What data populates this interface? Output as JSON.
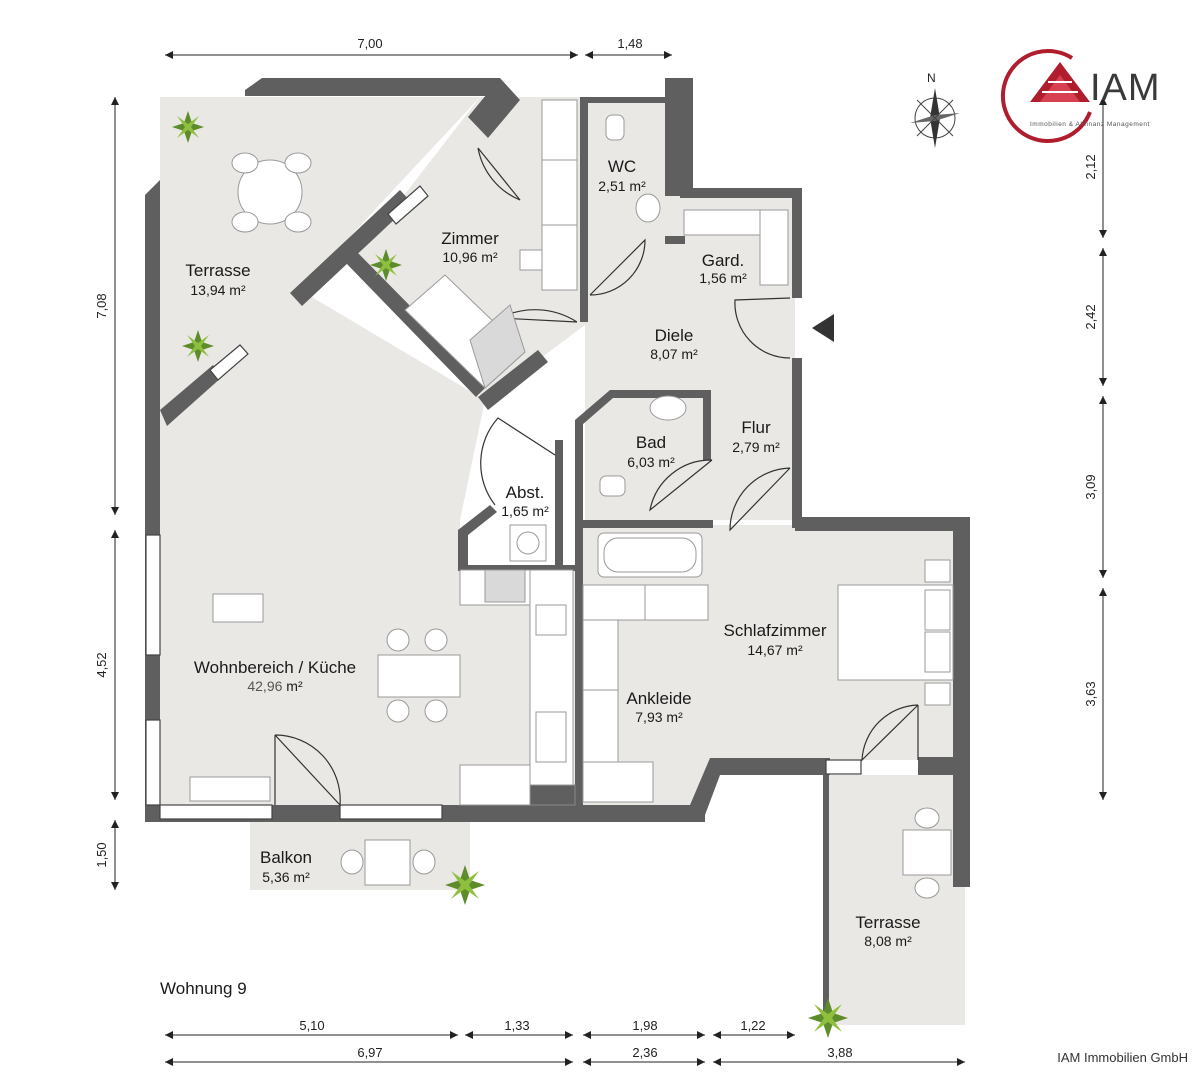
{
  "apartment_label": "Wohnung 9",
  "footer": "IAM Immobilien GmbH",
  "logo": {
    "text": "IAM",
    "subtitle": "Immobilien & Allfinanz Management",
    "accent_color": "#b01e2e"
  },
  "compass": {
    "north_label": "N"
  },
  "rooms": {
    "terrace_nw": {
      "name": "Terrasse",
      "area": "13,94 m²"
    },
    "zimmer": {
      "name": "Zimmer",
      "area": "10,96 m²"
    },
    "wc": {
      "name": "WC",
      "area": "2,51 m²"
    },
    "gard": {
      "name": "Gard.",
      "area": "1,56 m²"
    },
    "diele": {
      "name": "Diele",
      "area": "8,07 m²"
    },
    "bad": {
      "name": "Bad",
      "area": "6,03 m²"
    },
    "flur": {
      "name": "Flur",
      "area": "2,79 m²"
    },
    "abst": {
      "name": "Abst.",
      "area": "1,65 m²"
    },
    "wohnbereich": {
      "name": "Wohnbereich / Küche",
      "area_value": "42,96",
      "area_unit": "m²"
    },
    "schlafzimmer": {
      "name": "Schlafzimmer",
      "area": "14,67 m²"
    },
    "ankleide": {
      "name": "Ankleide",
      "area": "7,93 m²"
    },
    "balkon": {
      "name": "Balkon",
      "area": "5,36 m²"
    },
    "terrace_se": {
      "name": "Terrasse",
      "area": "8,08 m²"
    }
  },
  "dimensions": {
    "top": [
      "7,00",
      "1,48"
    ],
    "left": [
      "7,08",
      "4,52",
      "1,50"
    ],
    "right": [
      "2,12",
      "2,42",
      "3,09",
      "3,63"
    ],
    "bottom_row1": [
      "5,10",
      "1,33",
      "1,98",
      "1,22"
    ],
    "bottom_row2": [
      "6,97",
      "2,36",
      "3,88"
    ]
  },
  "colors": {
    "wall": "#5f5f5f",
    "floor": "#eae8e4",
    "plant": "#5d8c2b"
  }
}
